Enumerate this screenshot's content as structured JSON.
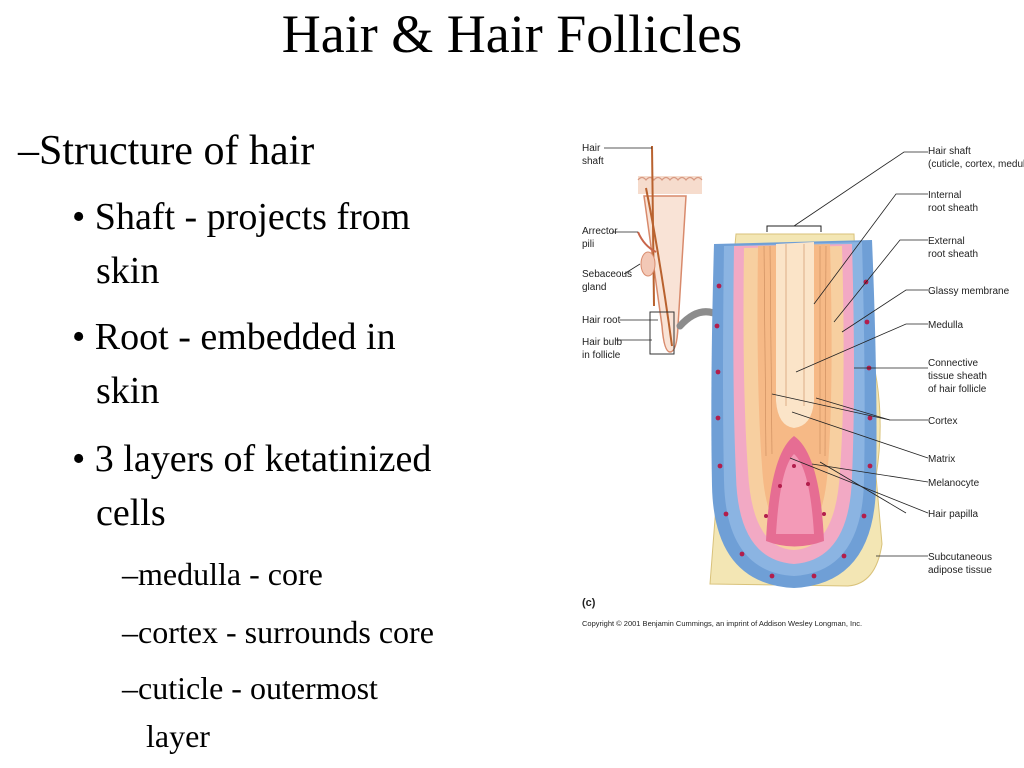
{
  "slide": {
    "title": "Hair & Hair Follicles",
    "bullets": {
      "structure": "–Structure of hair",
      "shaft_a": "• Shaft - projects from",
      "shaft_b": "skin",
      "root_a": "• Root - embedded in",
      "root_b": "skin",
      "layers_a": "• 3 layers of ketatinized",
      "layers_b": "cells",
      "medulla": "–medulla - core",
      "cortex": "–cortex - surrounds core",
      "cuticle_a": "–cuticle - outermost",
      "cuticle_b": "layer"
    }
  },
  "figure": {
    "left_labels": {
      "hair_shaft_1": "Hair",
      "hair_shaft_2": "shaft",
      "arrector_1": "Arrector",
      "arrector_2": "pili",
      "sebaceous_1": "Sebaceous",
      "sebaceous_2": "gland",
      "hair_root": "Hair root",
      "hair_bulb_1": "Hair bulb",
      "hair_bulb_2": "in follicle"
    },
    "right_labels": {
      "shaft_1": "Hair shaft",
      "shaft_2": "(cuticle, cortex, medulla)",
      "internal_1": "Internal",
      "internal_2": "root sheath",
      "external_1": "External",
      "external_2": "root sheath",
      "glassy": "Glassy membrane",
      "medulla": "Medulla",
      "connective_1": "Connective",
      "connective_2": "tissue sheath",
      "connective_3": "of hair follicle",
      "cortex": "Cortex",
      "matrix": "Matrix",
      "melanocyte": "Melanocyte",
      "papilla": "Hair papilla",
      "subcut_1": "Subcutaneous",
      "subcut_2": "adipose tissue"
    },
    "panel_letter": "(c)",
    "copyright": "Copyright © 2001 Benjamin Cummings, an imprint of Addison Wesley Longman, Inc."
  }
}
